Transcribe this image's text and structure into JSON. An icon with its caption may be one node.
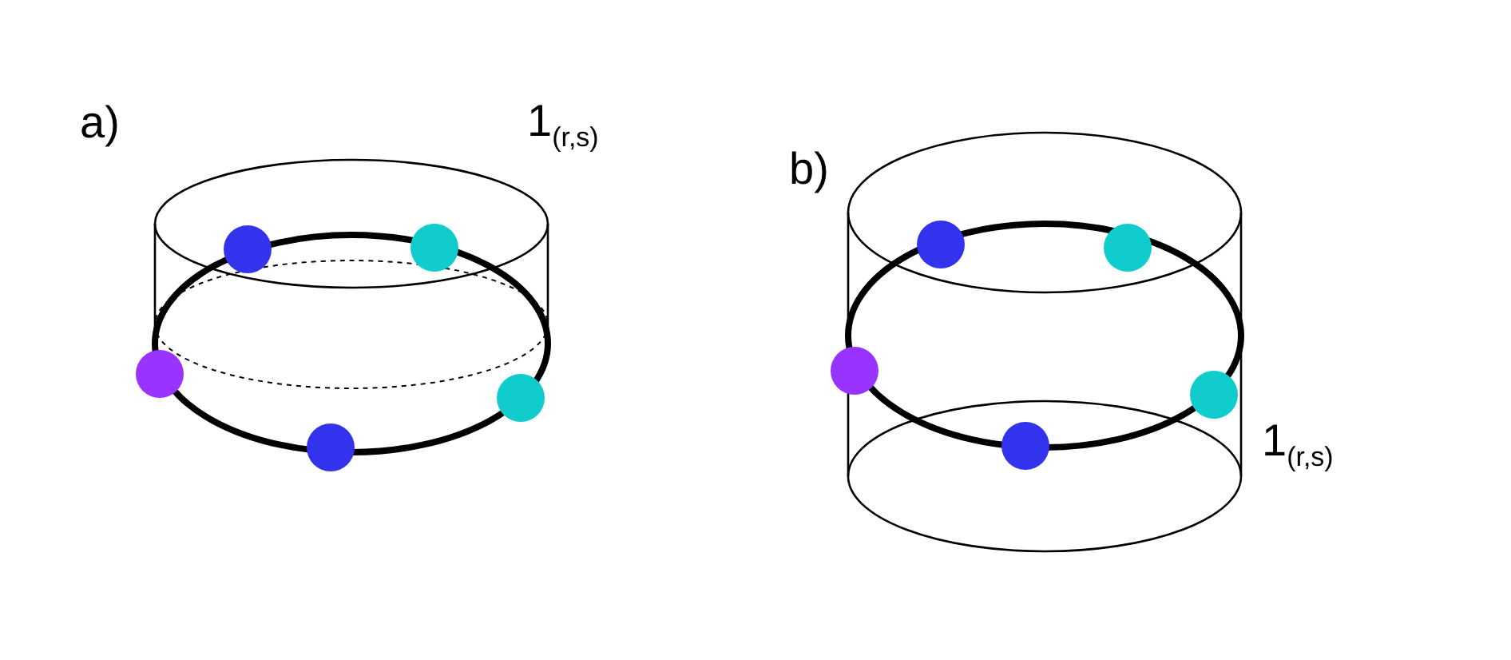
{
  "diagram": {
    "labels": [
      "a)",
      "1$_{(r,s)}$",
      "b)",
      "1$_{(r,s)}$"
    ]
  }
}
